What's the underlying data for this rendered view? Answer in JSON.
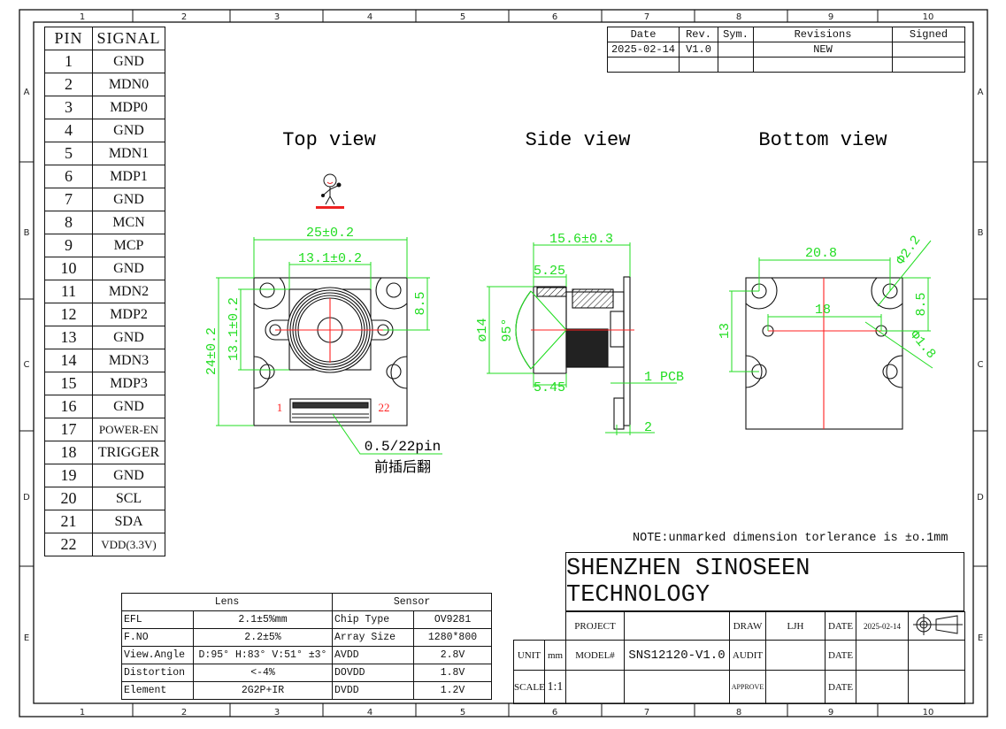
{
  "zones": {
    "columns": [
      "1",
      "2",
      "3",
      "4",
      "5",
      "6",
      "7",
      "8",
      "9",
      "10"
    ],
    "rows": [
      "A",
      "B",
      "C",
      "D",
      "E"
    ]
  },
  "pin_table": {
    "headers": [
      "PIN",
      "SIGNAL"
    ],
    "rows": [
      [
        "1",
        "GND"
      ],
      [
        "2",
        "MDN0"
      ],
      [
        "3",
        "MDP0"
      ],
      [
        "4",
        "GND"
      ],
      [
        "5",
        "MDN1"
      ],
      [
        "6",
        "MDP1"
      ],
      [
        "7",
        "GND"
      ],
      [
        "8",
        "MCN"
      ],
      [
        "9",
        "MCP"
      ],
      [
        "10",
        "GND"
      ],
      [
        "11",
        "MDN2"
      ],
      [
        "12",
        "MDP2"
      ],
      [
        "13",
        "GND"
      ],
      [
        "14",
        "MDN3"
      ],
      [
        "15",
        "MDP3"
      ],
      [
        "16",
        "GND"
      ],
      [
        "17",
        "POWER-EN"
      ],
      [
        "18",
        "TRIGGER"
      ],
      [
        "19",
        "GND"
      ],
      [
        "20",
        "SCL"
      ],
      [
        "21",
        "SDA"
      ],
      [
        "22",
        "VDD(3.3V)"
      ]
    ]
  },
  "revision_table": {
    "headers": [
      "Date",
      "Rev.",
      "Sym.",
      "Revisions",
      "Signed"
    ],
    "rows": [
      [
        "2025-02-14",
        "V1.0",
        "",
        "NEW",
        ""
      ],
      [
        "",
        "",
        "",
        "",
        ""
      ]
    ]
  },
  "views": {
    "top": {
      "title": "Top view",
      "dims": {
        "width": "25±0.2",
        "lens_width": "13.1±0.2",
        "height": "24±0.2",
        "lens_height": "13.1±0.2",
        "offset": "8.5"
      },
      "pin_first": "1",
      "pin_last": "22",
      "connector_label": "0.5/22pin",
      "connector_note": "前插后翻"
    },
    "side": {
      "title": "Side view",
      "dims": {
        "total": "15.6±0.3",
        "front": "5.25",
        "front_base": "5.45",
        "diameter": "ø14",
        "fov": "95°",
        "pcb": "1 PCB",
        "connector": "2"
      }
    },
    "bottom": {
      "title": "Bottom view",
      "dims": {
        "corner_span": "20.8",
        "hole_span": "18",
        "vertical": "13",
        "offset": "8.5",
        "corner_hole": "Φ2.2",
        "mount_hole": "Φ1.8"
      }
    }
  },
  "note": "NOTE:unmarked dimension torlerance is ±o.1mm",
  "spec_table": {
    "lens_title": "Lens",
    "sensor_title": "Sensor",
    "rows": [
      [
        "EFL",
        "2.1±5%mm",
        "Chip Type",
        "OV9281"
      ],
      [
        "F.NO",
        "2.2±5%",
        "Array Size",
        "1280*800"
      ],
      [
        "View.Angle",
        "D:95° H:83° V:51° ±3°",
        "AVDD",
        "2.8V"
      ],
      [
        "Distortion",
        "<-4%",
        "DOVDD",
        "1.8V"
      ],
      [
        "Element",
        "2G2P+IR",
        "DVDD",
        "1.2V"
      ]
    ]
  },
  "title_block": {
    "company": "SHENZHEN SINOSEEN TECHNOLOGY",
    "project_label": "PROJECT",
    "project_value": "",
    "model_label": "MODEL#",
    "model_value": "SNS12120-V1.0",
    "draw_label": "DRAW",
    "draw_value": "LJH",
    "audit_label": "AUDIT",
    "approve_label": "APPROVE",
    "date_label": "DATE",
    "draw_date": "2025-02-14",
    "unit_label": "UNIT",
    "unit_value": "mm",
    "scale_label": "SCALE",
    "scale_value": "1:1"
  },
  "colors": {
    "dimension": "#22dd22",
    "centerline": "#ff2020",
    "line": "#111111"
  }
}
